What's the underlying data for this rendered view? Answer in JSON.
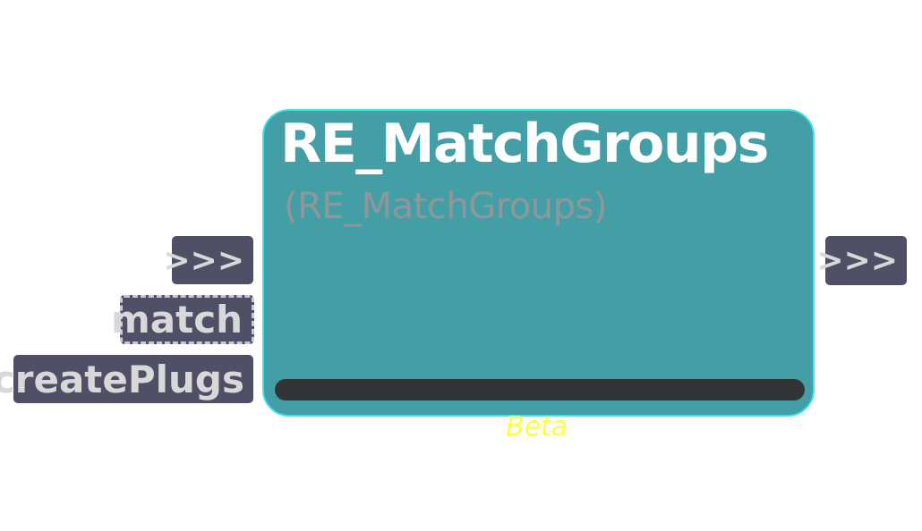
{
  "node": {
    "title": "RE_MatchGroups",
    "subtitle": "(RE_MatchGroups)",
    "badge": "Beta"
  },
  "inputs": [
    {
      "label": ">>>",
      "type": "exec"
    },
    {
      "label": "match",
      "type": "data",
      "highlighted": true
    },
    {
      "label": "createPlugs",
      "type": "data"
    }
  ],
  "outputs": [
    {
      "label": ">>>",
      "type": "exec"
    }
  ],
  "colors": {
    "node_fill": "#449ea6",
    "node_border": "#3fe0ea",
    "plug_fill": "#4f4f65",
    "plug_text": "#d8d8d8",
    "subtitle": "#8e989b",
    "badge": "#ffff44",
    "bar": "#323436"
  }
}
